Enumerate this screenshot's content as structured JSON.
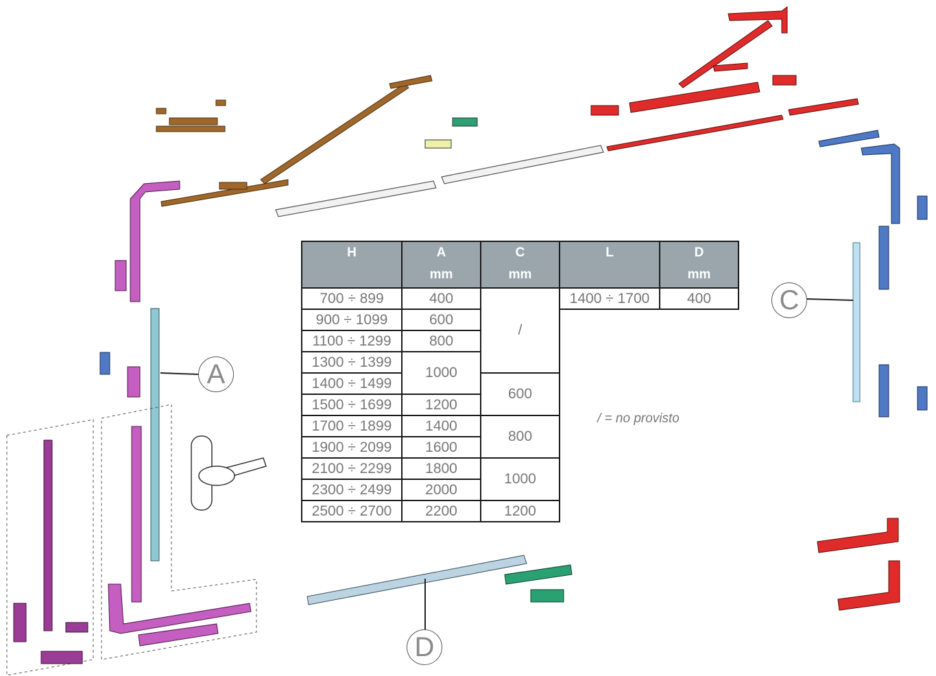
{
  "table": {
    "headers": [
      {
        "key": "H",
        "unit": ""
      },
      {
        "key": "A",
        "unit": "mm"
      },
      {
        "key": "C",
        "unit": "mm"
      },
      {
        "key": "L",
        "unit": ""
      },
      {
        "key": "D",
        "unit": "mm"
      }
    ],
    "rows": [
      {
        "h": "700 ÷ 899",
        "a": "400"
      },
      {
        "h": "900 ÷ 1099",
        "a": "600"
      },
      {
        "h": "1100 ÷ 1299",
        "a": "800"
      },
      {
        "h": "1300 ÷ 1399",
        "a": "1000"
      },
      {
        "h": "1400 ÷ 1499"
      },
      {
        "h": "1500 ÷ 1699",
        "a": "1200"
      },
      {
        "h": "1700 ÷ 1899",
        "a": "1400"
      },
      {
        "h": "1900 ÷ 2099",
        "a": "1600"
      },
      {
        "h": "2100 ÷ 2299",
        "a": "1800"
      },
      {
        "h": "2300 ÷ 2499",
        "a": "2000"
      },
      {
        "h": "2500 ÷ 2700",
        "a": "2200",
        "c": "1200"
      }
    ],
    "c_groups": [
      "/",
      "600",
      "800",
      "1000"
    ],
    "l_value": "1400 ÷ 1700",
    "d_value": "400"
  },
  "note": "/ = no provisto",
  "callouts": {
    "a": "A",
    "c": "C",
    "d": "D"
  },
  "colors": {
    "brown": "#a0672a",
    "red": "#e02b2b",
    "pink": "#c45ec0",
    "purple": "#9b3d96",
    "blue": "#4f79c4",
    "teal": "#5aa3b2",
    "green": "#2aa173",
    "yellow": "#eef0a8"
  }
}
